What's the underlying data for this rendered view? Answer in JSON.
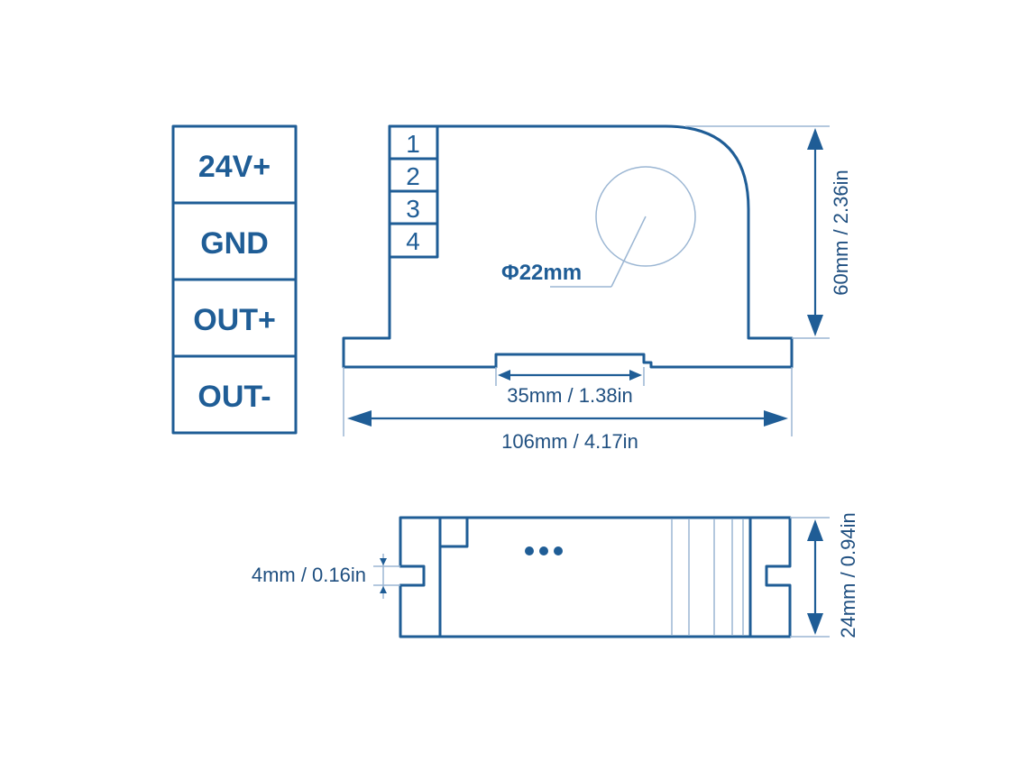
{
  "terminal_block": {
    "pins": [
      "24V+",
      "GND",
      "OUT+",
      "OUT-"
    ]
  },
  "front_view": {
    "pin_numbers": [
      "1",
      "2",
      "3",
      "4"
    ],
    "hole_label": "Φ22mm",
    "height_label": "60mm / 2.36in",
    "slot_label": "35mm / 1.38in",
    "width_label": "106mm / 4.17in"
  },
  "side_view": {
    "notch_label": "4mm / 0.16in",
    "height_label": "24mm / 0.94in"
  },
  "colors": {
    "line": "#1f5d96",
    "thin": "#9bb6d3",
    "text": "#1f4f80"
  }
}
